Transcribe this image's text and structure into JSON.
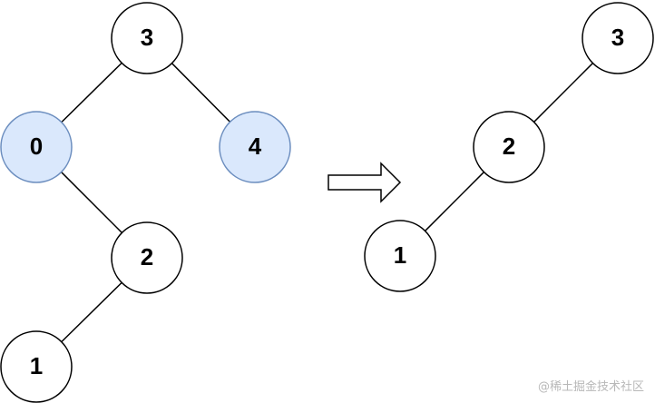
{
  "before_tree": {
    "nodes": [
      {
        "id": "b3",
        "label": "3",
        "highlighted": false
      },
      {
        "id": "b0",
        "label": "0",
        "highlighted": true
      },
      {
        "id": "b4",
        "label": "4",
        "highlighted": true
      },
      {
        "id": "b2",
        "label": "2",
        "highlighted": false
      },
      {
        "id": "b1",
        "label": "1",
        "highlighted": false
      }
    ],
    "edges": [
      [
        "b3",
        "b0"
      ],
      [
        "b3",
        "b4"
      ],
      [
        "b0",
        "b2"
      ],
      [
        "b2",
        "b1"
      ]
    ]
  },
  "after_tree": {
    "nodes": [
      {
        "id": "a3",
        "label": "3",
        "highlighted": false
      },
      {
        "id": "a2",
        "label": "2",
        "highlighted": false
      },
      {
        "id": "a1",
        "label": "1",
        "highlighted": false
      }
    ],
    "edges": [
      [
        "a3",
        "a2"
      ],
      [
        "a2",
        "a1"
      ]
    ]
  },
  "colors": {
    "highlight_fill": "#dae8fc",
    "highlight_stroke": "#6c8ebf",
    "default_fill": "#ffffff",
    "line": "#000000"
  },
  "watermark": "@稀土掘金技术社区"
}
